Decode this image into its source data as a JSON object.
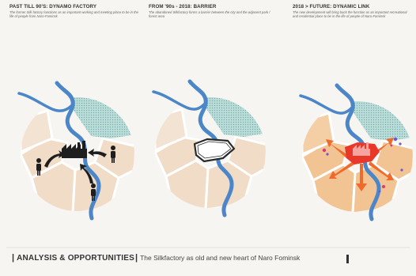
{
  "panels": [
    {
      "title": "PAST TILL 90'S: DYNAMO FACTORY",
      "subtitle": "The former Silk factory functions as an important working and meeting place to be in the life of people from Naro-Fominsk"
    },
    {
      "title": "FROM '90s - 2018: BARRIER",
      "subtitle": "The abandoned Silkfactory forms a barrier between the city and the adjacent park / forest area"
    },
    {
      "title": "2018 > FUTURE: DYNAMIC LINK",
      "subtitle": "The new development will bring back the function as an important recreational and residential place to be in the life of people of Naro-Fominsk"
    }
  ],
  "footer": {
    "title": "ANALYSIS & OPPORTUNITIES",
    "separator": "|",
    "text": "The Silkfactory as old and new heart of Naro Fominsk"
  },
  "colors": {
    "river": "#4a86c8",
    "forest": "#a9d4cf",
    "districts": "#f1dcc7",
    "districts_future": "#f2c493",
    "factory": "#1e1e1e",
    "future_heart": "#e8382a",
    "arrows_future": "#f06a2c"
  },
  "icons": [
    "factory-icon",
    "person-icon",
    "arrow-icon",
    "barrier-outline",
    "people-dot-icon"
  ]
}
